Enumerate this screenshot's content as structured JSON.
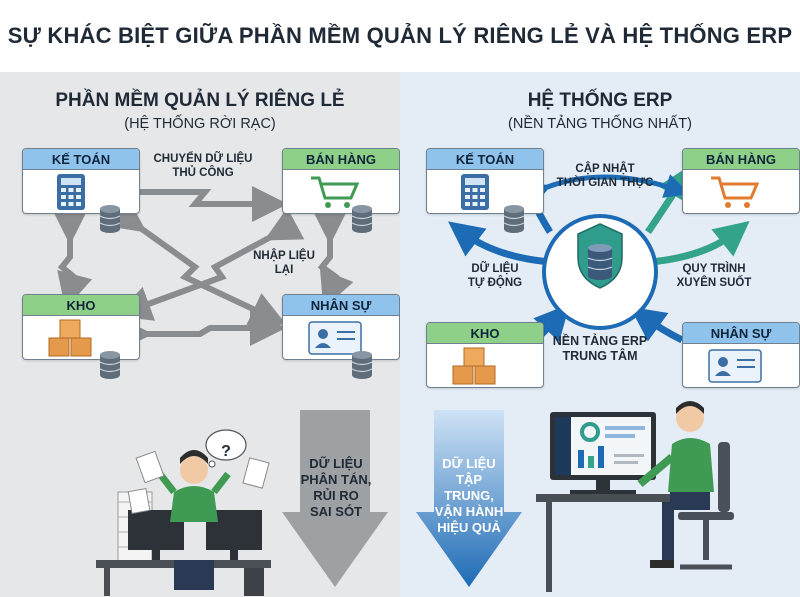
{
  "title": "SỰ KHÁC BIỆT GIỮA PHẦN MỀM QUẢN LÝ RIÊNG LẺ VÀ HỆ THỐNG ERP",
  "left": {
    "title": "PHẦN MỀM QUẢN LÝ RIÊNG LẺ",
    "subtitle": "(HỆ THỐNG RỜI RẠC)",
    "modules": {
      "accounting": "KẾ TOÁN",
      "sales": "BÁN HÀNG",
      "warehouse": "KHO",
      "hr": "NHÂN SỰ"
    },
    "labels": {
      "manual_transfer_1": "CHUYỂN DỮ LIỆU",
      "manual_transfer_2": "THỦ CÔNG",
      "reentry_1": "NHẬP LIỆU",
      "reentry_2": "LẠI"
    },
    "question_mark": "?",
    "result": [
      "DỮ LIỆU",
      "PHÂN TÁN,",
      "RỦI RO",
      "SAI SÓT"
    ]
  },
  "right": {
    "title": "HỆ THỐNG ERP",
    "subtitle": "(NỀN TẢNG THỐNG NHẤT)",
    "modules": {
      "accounting": "KẾ TOÁN",
      "sales": "BÁN HÀNG",
      "warehouse": "KHO",
      "hr": "NHÂN SỰ"
    },
    "labels": {
      "realtime_1": "CẬP NHẬT",
      "realtime_2": "THỜI GIAN THỰC",
      "auto_data_1": "DỮ LIỆU",
      "auto_data_2": "TỰ ĐỘNG",
      "process_1": "QUY TRÌNH",
      "process_2": "XUYÊN SUỐT",
      "core_1": "NỀN TẢNG ERP",
      "core_2": "TRUNG TÂM"
    },
    "result": [
      "DỮ LIỆU",
      "TẬP TRUNG,",
      "VẬN HÀNH",
      "HIỆU QUẢ"
    ]
  },
  "colors": {
    "module_blue": "#8fc3ec",
    "module_green": "#8fd089",
    "erp_arrow": "#1e6bb5",
    "erp_arrow_green": "#33a38a",
    "scatter_arrow": "#8a8d90",
    "shirt_green": "#3f9a54"
  },
  "icons": [
    "calculator-icon",
    "shopping-cart-icon",
    "boxes-icon",
    "id-card-icon",
    "database-icon",
    "shield-icon"
  ]
}
